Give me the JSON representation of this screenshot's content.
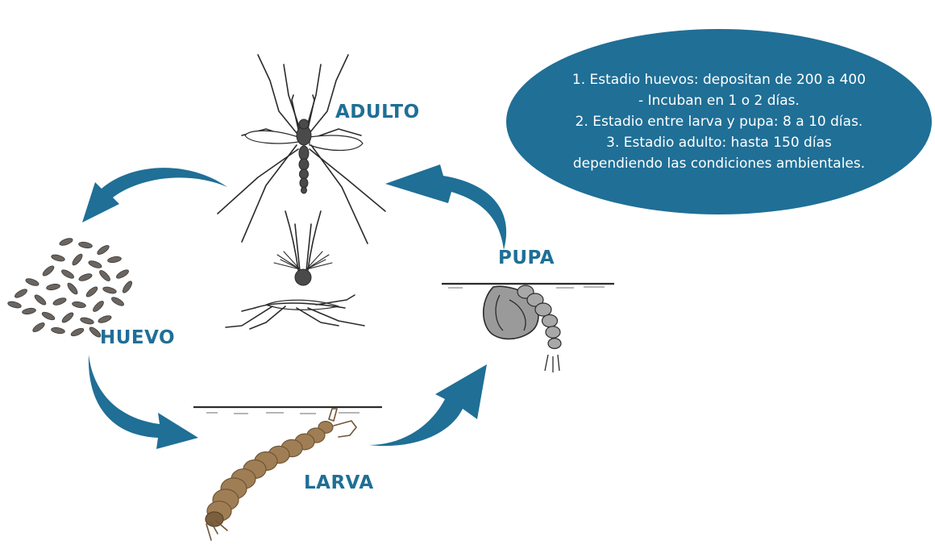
{
  "colors": {
    "accent": "#1f6f96",
    "label": "#1f6f96",
    "info_bg": "#1f6f96",
    "info_text": "#ffffff",
    "line_art": "#2b2b2b",
    "larva_body": "#a07e55",
    "egg": "#6b6561"
  },
  "labels": {
    "adulto": "ADULTO",
    "pupa": "PUPA",
    "huevo": "HUEVO",
    "larva": "LARVA"
  },
  "info": {
    "lines": [
      "1. Estadio huevos: depositan de 200 a 400",
      "- Incuban en 1 o 2 días.",
      "2.  Estadio entre larva y pupa: 8 a 10 días.",
      "3. Estadio adulto: hasta 150 días",
      "dependiendo las condiciones ambientales."
    ]
  },
  "illustrations": {
    "adult": "mosquito-adult-illustration",
    "head": "mosquito-head-illustration",
    "resting": "mosquito-resting-illustration",
    "eggs": "egg-cluster-illustration",
    "larva": "larva-illustration",
    "pupa": "pupa-illustration"
  }
}
